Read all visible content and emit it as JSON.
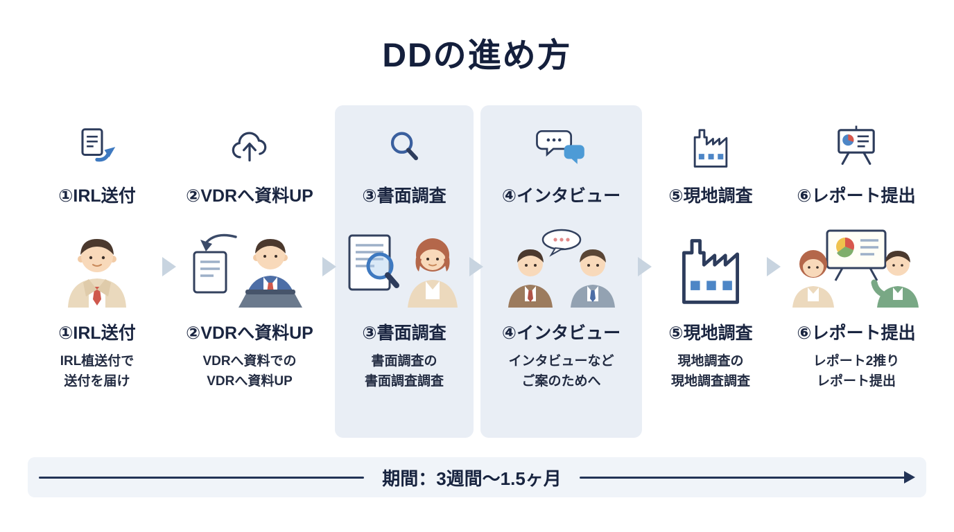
{
  "title": "DDの進め方",
  "steps": [
    {
      "label": "①IRL送付",
      "icon": "document-send-icon",
      "illustration": "businessman-bust",
      "desc_line1": "IRL植送付で",
      "desc_line2": "送付を届け",
      "highlighted": false
    },
    {
      "label": "②VDRへ資料UP",
      "icon": "cloud-upload-icon",
      "illustration": "man-uploading-documents-laptop",
      "desc_line1": "VDRへ資料での",
      "desc_line2": "VDRへ資料UP",
      "highlighted": false
    },
    {
      "label": "③書面調査",
      "icon": "magnifier-icon",
      "illustration": "document-magnifier-woman",
      "desc_line1": "書面調査の",
      "desc_line2": "書面調査調査",
      "highlighted": true
    },
    {
      "label": "④インタビュー",
      "icon": "speech-bubbles-icon",
      "illustration": "two-men-talking",
      "desc_line1": "インタビューなど",
      "desc_line2": "ご案のためへ",
      "highlighted": true
    },
    {
      "label": "⑤現地調査",
      "icon": "factory-icon",
      "illustration": "factory-building",
      "desc_line1": "現地調査の",
      "desc_line2": "現地調査調査",
      "highlighted": false
    },
    {
      "label": "⑥レポート提出",
      "icon": "presentation-board-icon",
      "illustration": "presentation-with-two-people",
      "desc_line1": "レポート2推り",
      "desc_line2": "レポート提出",
      "highlighted": false
    }
  ],
  "timeline": {
    "label": "期間：3週間〜1.5ヶ月"
  },
  "colors": {
    "title_text": "#141f3c",
    "label_text": "#1a2540",
    "highlight_panel_bg": "#e9eef5",
    "flow_arrow": "#c8d4e0",
    "timeline_line": "#223356",
    "icon_stroke": "#2d3c5c",
    "blue_accent": "#3e79c0"
  }
}
